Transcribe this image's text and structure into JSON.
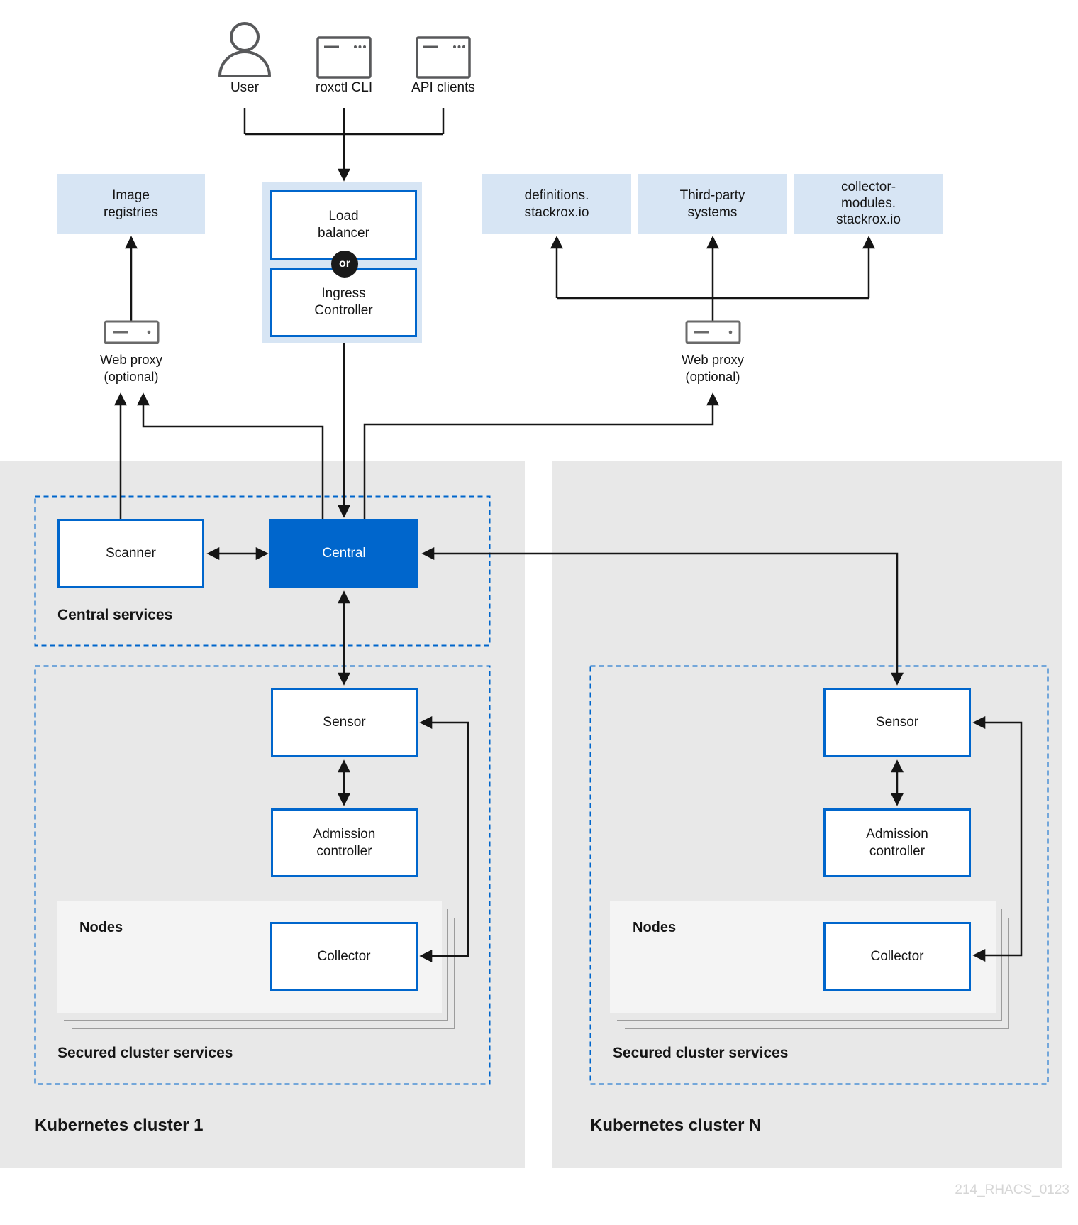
{
  "colors": {
    "accent": "#0066cc",
    "light_blue": "#d7e5f4",
    "panel_gray": "#e8e8e8",
    "nodes_gray": "#f4f4f4",
    "line_black": "#151515",
    "icon_gray": "#58595b",
    "watermark_gray": "#d6d6d6"
  },
  "top": {
    "user": "User",
    "roxctl": "roxctl CLI",
    "api_clients": "API clients"
  },
  "edge": {
    "load_balancer": "Load\nbalancer",
    "or": "or",
    "ingress_controller": "Ingress\nController"
  },
  "external": {
    "image_registries": "Image\nregistries",
    "definitions": "definitions.\nstackrox.io",
    "third_party": "Third-party\nsystems",
    "collector_modules": "collector-\nmodules.\nstackrox.io",
    "web_proxy_left": "Web proxy\n(optional)",
    "web_proxy_right": "Web proxy\n(optional)"
  },
  "central_services": {
    "label": "Central services",
    "scanner": "Scanner",
    "central": "Central"
  },
  "cluster1": {
    "name": "Kubernetes cluster 1",
    "services_label": "Secured cluster services",
    "sensor": "Sensor",
    "admission": "Admission\ncontroller",
    "nodes_label": "Nodes",
    "collector": "Collector"
  },
  "cluster_n": {
    "name": "Kubernetes cluster N",
    "services_label": "Secured cluster services",
    "sensor": "Sensor",
    "admission": "Admission\ncontroller",
    "nodes_label": "Nodes",
    "collector": "Collector"
  },
  "watermark": "214_RHACS_0123"
}
